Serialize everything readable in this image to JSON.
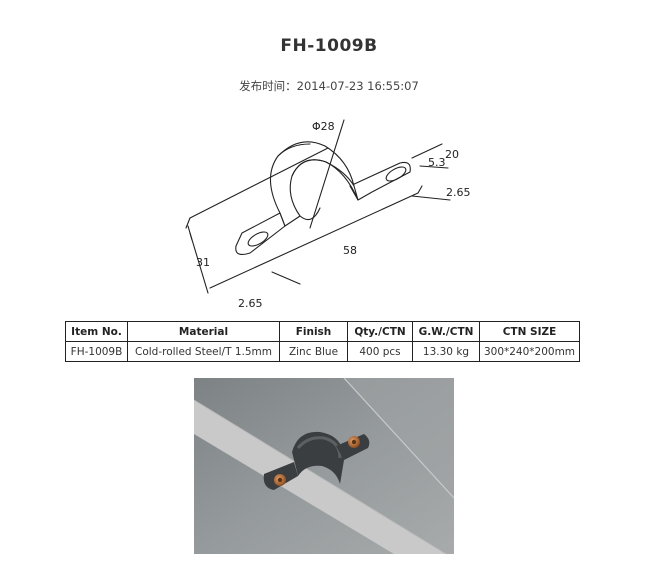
{
  "page": {
    "title": "FH-1009B",
    "published_label": "发布时间：",
    "published_value": "2014-07-23 16:55:07"
  },
  "drawing": {
    "dim_diameter": "Φ28",
    "dim_20": "20",
    "dim_5_3": "5.3",
    "dim_2_65_right": "2.65",
    "dim_58": "58",
    "dim_31": "31",
    "dim_2_65_left": "2.65"
  },
  "spec_table": {
    "headers": [
      "Item No.",
      "Material",
      "Finish",
      "Qty./CTN",
      "G.W./CTN",
      "CTN SIZE"
    ],
    "rows": [
      [
        "FH-1009B",
        "Cold-rolled Steel/T 1.5mm",
        "Zinc Blue",
        "400 pcs",
        "13.30 kg",
        "300*240*200mm"
      ]
    ]
  },
  "photo": {
    "colors": {
      "wall": "#8a8e90",
      "pipe": "#eeeeee",
      "clamp": "#3b3e40",
      "screw": "#b5703c"
    }
  }
}
